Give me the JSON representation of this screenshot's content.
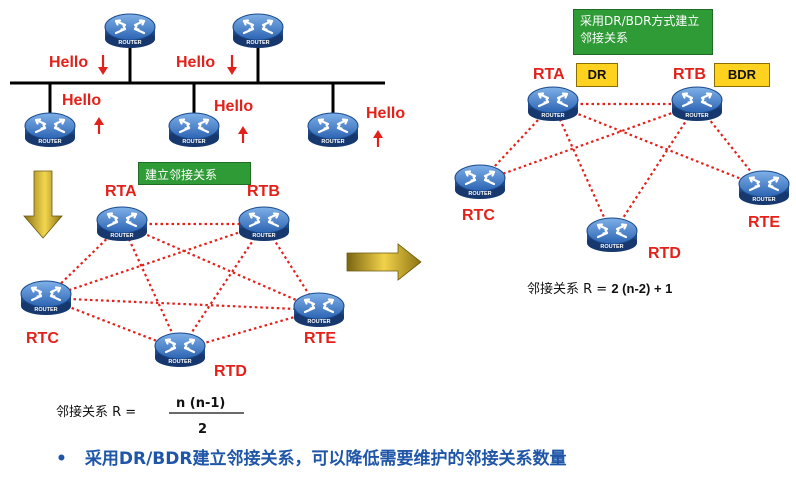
{
  "colors": {
    "accent_red": "#e3211b",
    "router_blue": "#2a63b0",
    "green_box": "#2f9b36",
    "yellow_box": "#ffd21f",
    "bullet_blue": "#1f56a8"
  },
  "icons": {
    "router": "router-icon",
    "arrow": "block-arrow-icon"
  },
  "router_label": "ROUTER",
  "left_top": {
    "hello": [
      "Hello",
      "Hello",
      "Hello",
      "Hello",
      "Hello"
    ]
  },
  "full_mesh": {
    "badge": "建立邻接关系",
    "routers": [
      "RTA",
      "RTB",
      "RTC",
      "RTD",
      "RTE"
    ],
    "formula_label": "邻接关系 R =",
    "numerator": "n (n-1)",
    "denominator": "2"
  },
  "dr_mesh": {
    "badge": "采用DR/BDR方式建立邻接关系",
    "routers": [
      "RTA",
      "RTB",
      "RTC",
      "RTD",
      "RTE"
    ],
    "roles": [
      "DR",
      "BDR"
    ],
    "formula_label": "邻接关系 R =",
    "formula_value": "2 (n-2) + 1"
  },
  "bullet": {
    "marker": "•",
    "text": "采用DR/BDR建立邻接关系，可以降低需要维护的邻接关系数量"
  }
}
